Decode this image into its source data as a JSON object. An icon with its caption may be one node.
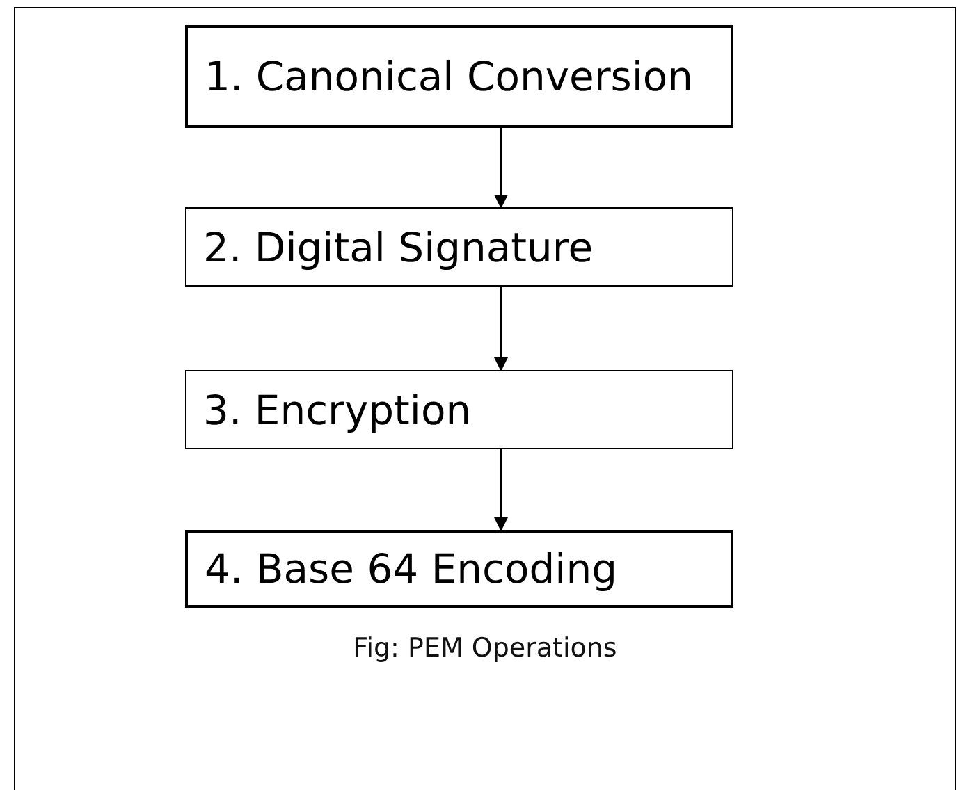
{
  "diagram": {
    "caption": "Fig: PEM Operations",
    "nodes": [
      {
        "text": [
          "1. Canonical Conversion"
        ]
      },
      {
        "text": [
          "2. Digital Signature"
        ]
      },
      {
        "text": [
          "3. Encryption"
        ]
      },
      {
        "text": [
          "4. Base 64 Encoding"
        ]
      }
    ],
    "edges": [
      {
        "from": 0,
        "to": 1,
        "arrow": "to"
      },
      {
        "from": 1,
        "to": 2,
        "arrow": "to"
      },
      {
        "from": 2,
        "to": 3,
        "arrow": "to"
      }
    ]
  }
}
